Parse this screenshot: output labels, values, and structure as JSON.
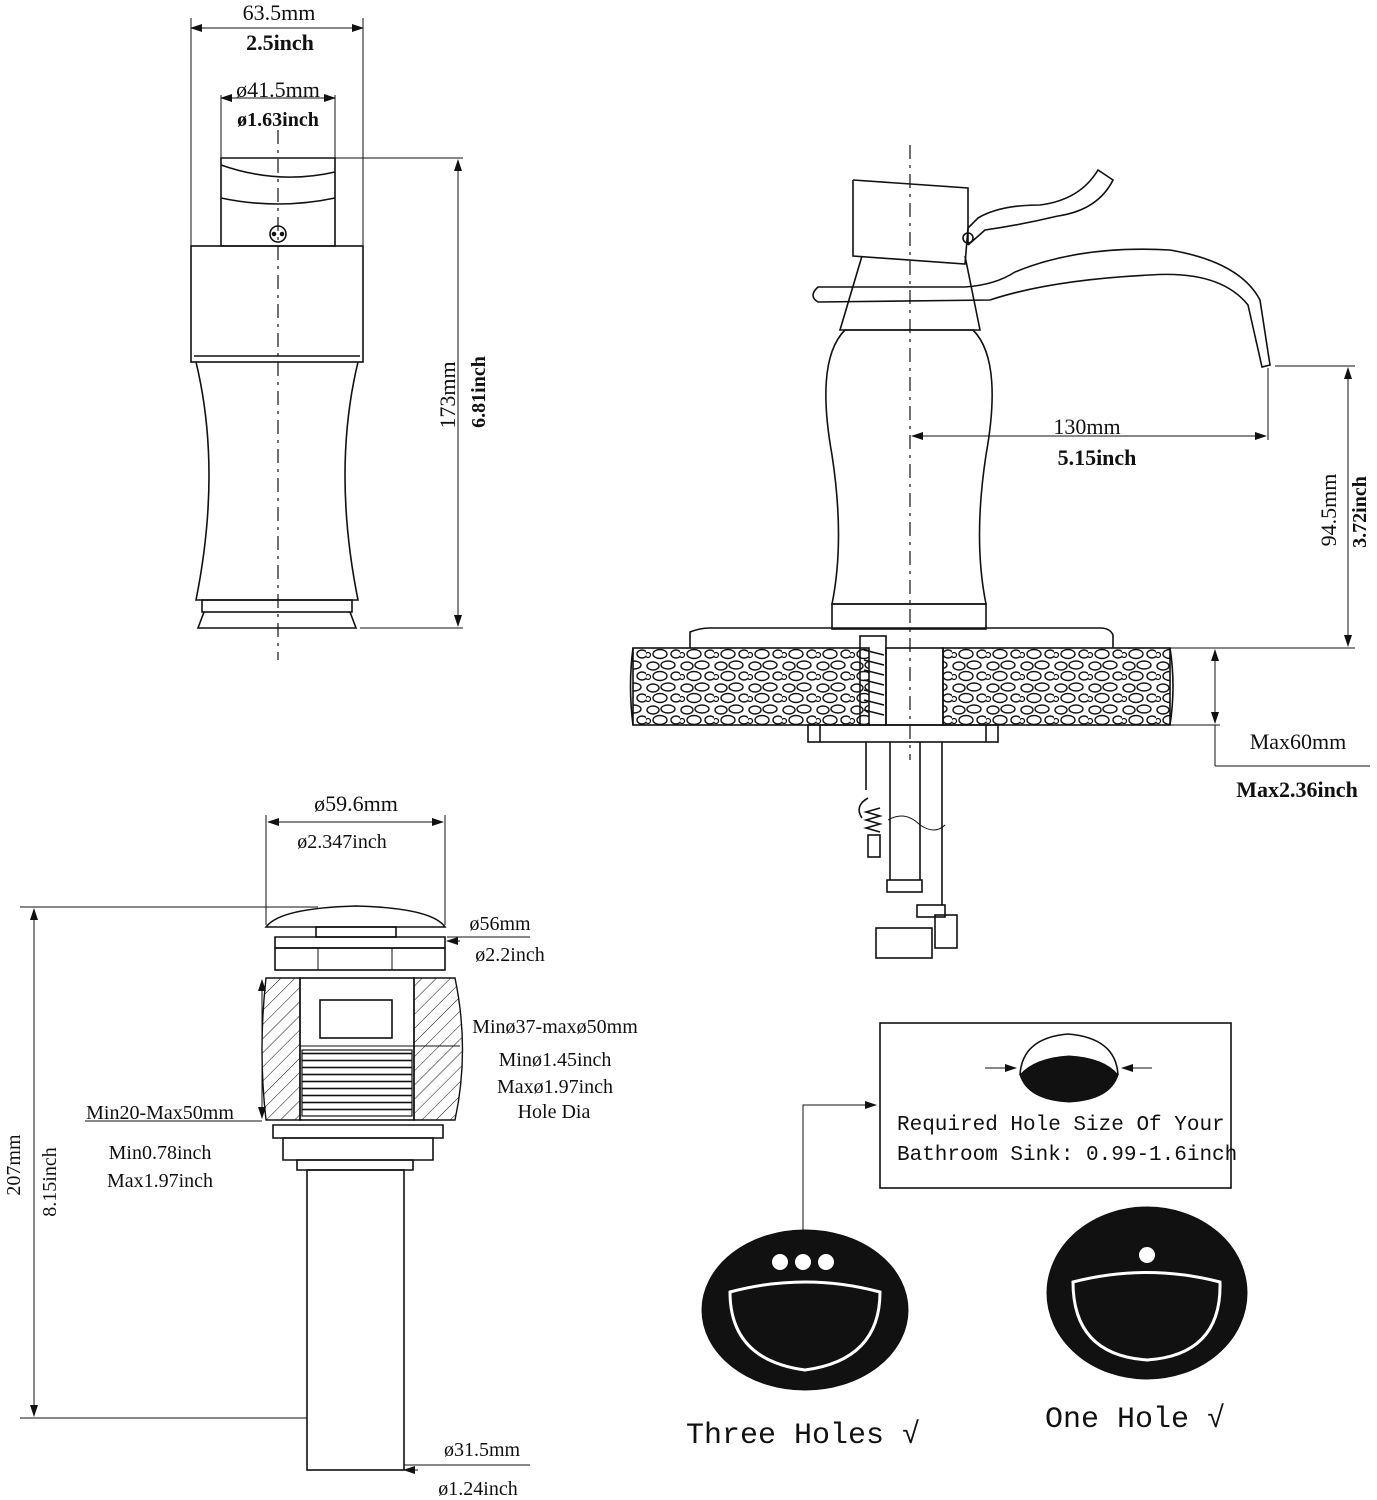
{
  "front_view": {
    "width_mm": "63.5mm",
    "width_in": "2.5inch",
    "handle_dia_mm": "ø41.5mm",
    "handle_dia_in": "ø1.63inch",
    "height_mm": "173mm",
    "height_in": "6.81inch"
  },
  "side_view": {
    "reach_mm": "130mm",
    "reach_in": "5.15inch",
    "spout_height_mm": "94.5mm",
    "spout_height_in": "3.72inch",
    "deck_mm": "Max60mm",
    "deck_in": "Max2.36inch"
  },
  "drain": {
    "cap_dia_mm": "ø59.6mm",
    "cap_dia_in": "ø2.347inch",
    "flange_dia_mm": "ø56mm",
    "flange_dia_in": "ø2.2inch",
    "hole_range_mm": "Minø37-maxø50mm",
    "hole_min_in": "Minø1.45inch",
    "hole_max_in": "Maxø1.97inch",
    "hole_note": "Hole Dia",
    "thick_mm": "Min20-Max50mm",
    "thick_min_in": "Min0.78inch",
    "thick_max_in": "Max1.97inch",
    "height_mm": "207mm",
    "height_in": "8.15inch",
    "tail_dia_mm": "ø31.5mm",
    "tail_dia_in": "ø1.24inch"
  },
  "hole_info": {
    "line1": "Required Hole Size Of Your",
    "line2": "Bathroom Sink: 0.99-1.6inch"
  },
  "sinks": {
    "three_label": "Three Holes √",
    "one_label": "One Hole  √"
  }
}
